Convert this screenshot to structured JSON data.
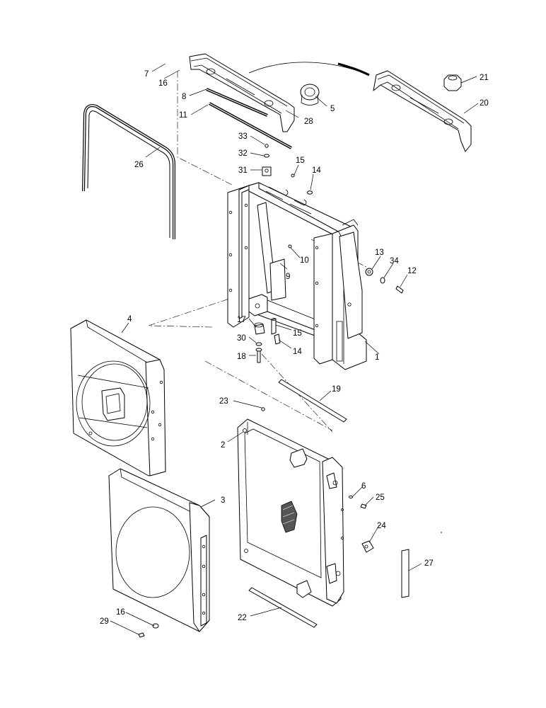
{
  "callouts": [
    {
      "id": "c7",
      "text": "7"
    },
    {
      "id": "c16a",
      "text": "16"
    },
    {
      "id": "c8",
      "text": "8"
    },
    {
      "id": "c11",
      "text": "11"
    },
    {
      "id": "c28",
      "text": "28"
    },
    {
      "id": "c5",
      "text": "5"
    },
    {
      "id": "c21",
      "text": "21"
    },
    {
      "id": "c20",
      "text": "20"
    },
    {
      "id": "c26",
      "text": "26"
    },
    {
      "id": "c33",
      "text": "33"
    },
    {
      "id": "c32",
      "text": "32"
    },
    {
      "id": "c31",
      "text": "31"
    },
    {
      "id": "c15a",
      "text": "15"
    },
    {
      "id": "c14a",
      "text": "14"
    },
    {
      "id": "c10",
      "text": "10"
    },
    {
      "id": "c9",
      "text": "9"
    },
    {
      "id": "c13",
      "text": "13"
    },
    {
      "id": "c34",
      "text": "34"
    },
    {
      "id": "c12",
      "text": "12"
    },
    {
      "id": "c17",
      "text": "17"
    },
    {
      "id": "c15b",
      "text": "15"
    },
    {
      "id": "c30",
      "text": "30"
    },
    {
      "id": "c14b",
      "text": "14"
    },
    {
      "id": "c18",
      "text": "18"
    },
    {
      "id": "c1",
      "text": "1"
    },
    {
      "id": "c4",
      "text": "4"
    },
    {
      "id": "c19",
      "text": "19"
    },
    {
      "id": "c23",
      "text": "23"
    },
    {
      "id": "c2",
      "text": "2"
    },
    {
      "id": "c6",
      "text": "6"
    },
    {
      "id": "c25",
      "text": "25"
    },
    {
      "id": "c3",
      "text": "3"
    },
    {
      "id": "c24",
      "text": "24"
    },
    {
      "id": "c27",
      "text": "27"
    },
    {
      "id": "c16b",
      "text": "16"
    },
    {
      "id": "c29",
      "text": "29"
    },
    {
      "id": "c22",
      "text": "22"
    }
  ]
}
